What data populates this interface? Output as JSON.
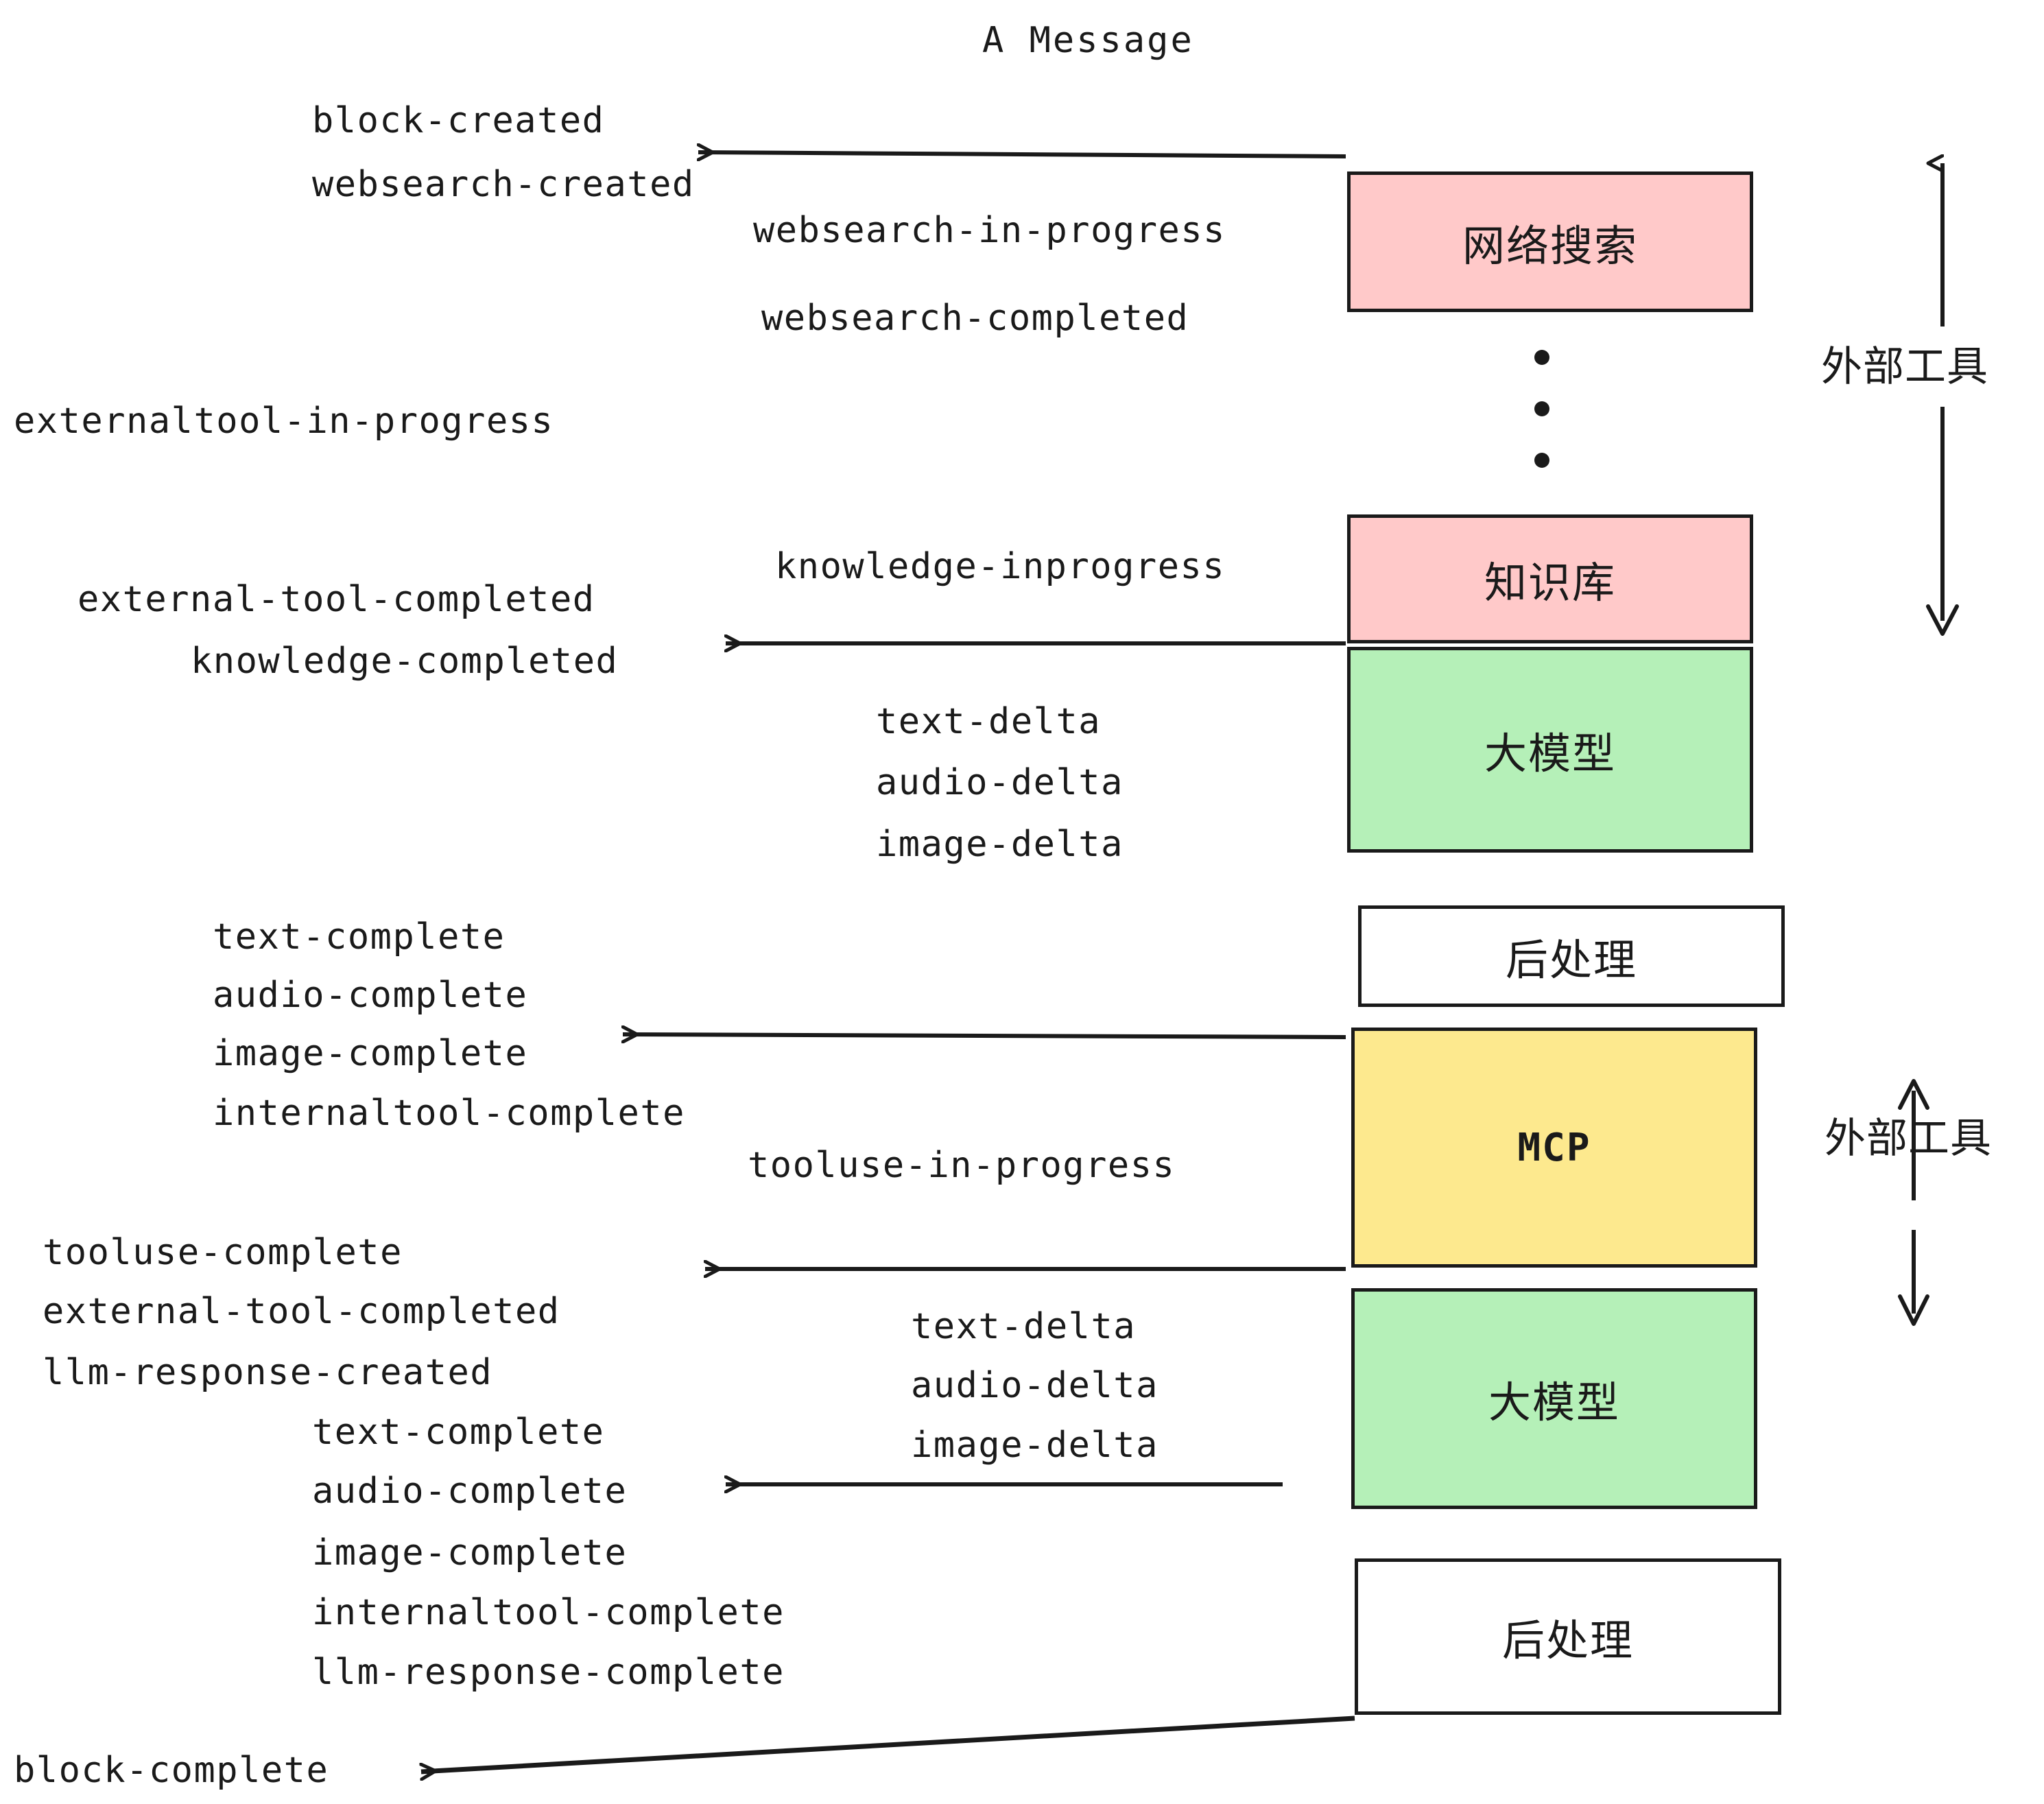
{
  "diagram": {
    "title": "A Message",
    "colors": {
      "pink": "#FFC9C9",
      "green": "#B5F0B8",
      "yellow": "#FDE98E",
      "white": "#FFFFFF",
      "stroke": "#1A1A1A",
      "background": "#FFFFFF"
    }
  },
  "nodes": [
    {
      "id": "websearch",
      "label": "网络搜索",
      "fill": "#FFC9C9",
      "script": "cjk"
    },
    {
      "id": "knowledge",
      "label": "知识库",
      "fill": "#FFC9C9",
      "script": "cjk"
    },
    {
      "id": "llm-1",
      "label": "大模型",
      "fill": "#B5F0B8",
      "script": "cjk"
    },
    {
      "id": "postproc-1",
      "label": "后处理",
      "fill": "#FFFFFF",
      "script": "cjk"
    },
    {
      "id": "mcp",
      "label": "MCP",
      "fill": "#FDE98E",
      "script": "latin"
    },
    {
      "id": "llm-2",
      "label": "大模型",
      "fill": "#B5F0B8",
      "script": "cjk"
    },
    {
      "id": "postproc-2",
      "label": "后处理",
      "fill": "#FFFFFF",
      "script": "cjk"
    }
  ],
  "group_labels": [
    {
      "id": "external-tools-top",
      "label": "外部工具"
    },
    {
      "id": "external-tools-bottom",
      "label": "外部工具"
    }
  ],
  "events": [
    {
      "id": "e01",
      "text": "block-created"
    },
    {
      "id": "e02",
      "text": "websearch-created"
    },
    {
      "id": "e03",
      "text": "websearch-in-progress"
    },
    {
      "id": "e04",
      "text": "websearch-completed"
    },
    {
      "id": "e05",
      "text": "externaltool-in-progress"
    },
    {
      "id": "e06",
      "text": "knowledge-inprogress"
    },
    {
      "id": "e07",
      "text": "external-tool-completed"
    },
    {
      "id": "e08",
      "text": "knowledge-completed"
    },
    {
      "id": "e09",
      "text": "text-delta"
    },
    {
      "id": "e10",
      "text": "audio-delta"
    },
    {
      "id": "e11",
      "text": "image-delta"
    },
    {
      "id": "e12",
      "text": "text-complete"
    },
    {
      "id": "e13",
      "text": "audio-complete"
    },
    {
      "id": "e14",
      "text": "image-complete"
    },
    {
      "id": "e15",
      "text": "internaltool-complete"
    },
    {
      "id": "e16",
      "text": "tooluse-in-progress"
    },
    {
      "id": "e17",
      "text": "tooluse-complete"
    },
    {
      "id": "e18",
      "text": "external-tool-completed"
    },
    {
      "id": "e19",
      "text": "llm-response-created"
    },
    {
      "id": "e20",
      "text": "text-delta"
    },
    {
      "id": "e21",
      "text": "audio-delta"
    },
    {
      "id": "e22",
      "text": "image-delta"
    },
    {
      "id": "e23",
      "text": "text-complete"
    },
    {
      "id": "e24",
      "text": "audio-complete"
    },
    {
      "id": "e25",
      "text": "image-complete"
    },
    {
      "id": "e26",
      "text": "internaltool-complete"
    },
    {
      "id": "e27",
      "text": "llm-response-complete"
    },
    {
      "id": "e28",
      "text": "block-complete"
    }
  ]
}
